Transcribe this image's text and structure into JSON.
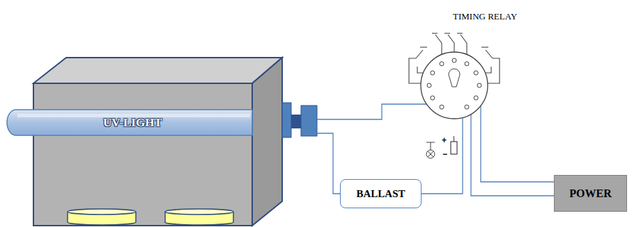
{
  "diagram": {
    "nodes": [
      {
        "text": [
          "UV-LIGHT"
        ]
      },
      {
        "text": [
          "TIMING RELAY"
        ]
      },
      {
        "text": [
          "BALLAST"
        ]
      },
      {
        "text": [
          "POWER"
        ]
      }
    ],
    "edges": [
      {
        "from": 0,
        "to": 1,
        "arrow": "none"
      },
      {
        "from": 0,
        "to": 2,
        "arrow": "none"
      },
      {
        "from": 2,
        "to": 1,
        "arrow": "none"
      },
      {
        "from": 1,
        "to": 3,
        "arrow": "none"
      },
      {
        "from": 1,
        "to": 3,
        "arrow": "none"
      }
    ],
    "labels": [
      "+",
      "−"
    ]
  }
}
